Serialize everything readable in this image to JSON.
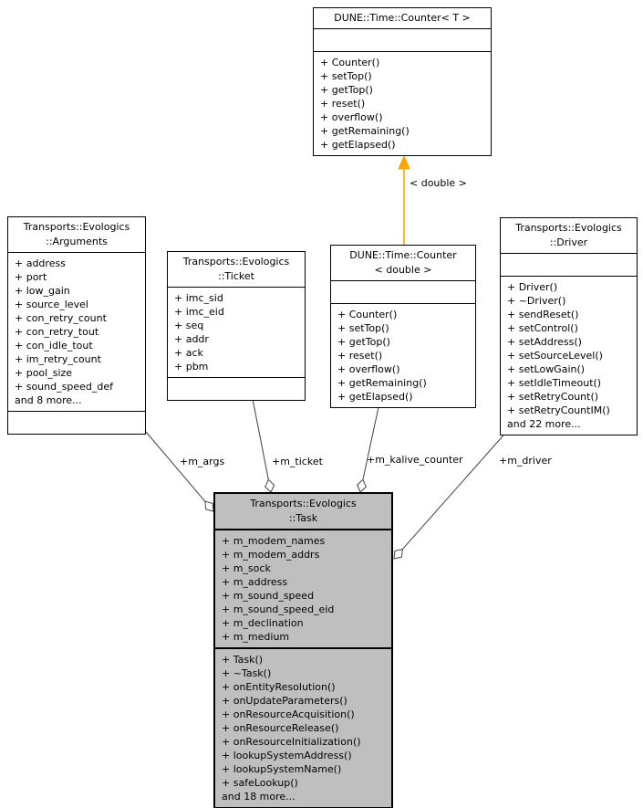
{
  "diagram": {
    "kind": "uml-collaboration-diagram",
    "colors": {
      "background": "#ffffff",
      "node_fill": "#ffffff",
      "node_border": "#000000",
      "highlight_fill": "#bfbfbf",
      "edge": "#404040",
      "diamond_fill": "#ffffff",
      "template_edge": "#ffa500",
      "text": "#000000"
    },
    "classes": [
      {
        "id": "counter_t",
        "title": [
          "DUNE::Time::Counter< T >"
        ],
        "attributes": [],
        "methods": [
          "+ Counter()",
          "+ setTop()",
          "+ getTop()",
          "+ reset()",
          "+ overflow()",
          "+ getRemaining()",
          "+ getElapsed()"
        ],
        "highlighted": false
      },
      {
        "id": "arguments",
        "title": [
          "Transports::Evologics",
          "::Arguments"
        ],
        "attributes": [
          "+ address",
          "+ port",
          "+ low_gain",
          "+ source_level",
          "+ con_retry_count",
          "+ con_retry_tout",
          "+ con_idle_tout",
          "+ im_retry_count",
          "+ pool_size",
          "+ sound_speed_def",
          "and 8 more..."
        ],
        "methods": [],
        "highlighted": false
      },
      {
        "id": "ticket",
        "title": [
          "Transports::Evologics",
          "::Ticket"
        ],
        "attributes": [
          "+ imc_sid",
          "+ imc_eid",
          "+ seq",
          "+ addr",
          "+ ack",
          "+ pbm"
        ],
        "methods": [],
        "highlighted": false
      },
      {
        "id": "counter_double",
        "title": [
          "DUNE::Time::Counter",
          "< double >"
        ],
        "attributes": [],
        "methods": [
          "+ Counter()",
          "+ setTop()",
          "+ getTop()",
          "+ reset()",
          "+ overflow()",
          "+ getRemaining()",
          "+ getElapsed()"
        ],
        "highlighted": false
      },
      {
        "id": "driver",
        "title": [
          "Transports::Evologics",
          "::Driver"
        ],
        "attributes": [],
        "methods": [
          "+ Driver()",
          "+ ~Driver()",
          "+ sendReset()",
          "+ setControl()",
          "+ setAddress()",
          "+ setSourceLevel()",
          "+ setLowGain()",
          "+ setIdleTimeout()",
          "+ setRetryCount()",
          "+ setRetryCountIM()",
          "and 22 more..."
        ],
        "highlighted": false
      },
      {
        "id": "task",
        "title": [
          "Transports::Evologics",
          "::Task"
        ],
        "attributes": [
          "+ m_modem_names",
          "+ m_modem_addrs",
          "+ m_sock",
          "+ m_address",
          "+ m_sound_speed",
          "+ m_sound_speed_eid",
          "+ m_declination",
          "+ m_medium"
        ],
        "methods": [
          "+ Task()",
          "+ ~Task()",
          "+ onEntityResolution()",
          "+ onUpdateParameters()",
          "+ onResourceAcquisition()",
          "+ onResourceRelease()",
          "+ onResourceInitialization()",
          "+ lookupSystemAddress()",
          "+ lookupSystemName()",
          "+ safeLookup()",
          "and 18 more..."
        ],
        "highlighted": true
      }
    ],
    "edges": [
      {
        "id": "m_args",
        "label": "+m_args",
        "type": "aggregation",
        "from": "arguments",
        "to": "task"
      },
      {
        "id": "m_ticket",
        "label": "+m_ticket",
        "type": "aggregation",
        "from": "ticket",
        "to": "task"
      },
      {
        "id": "m_kalive_counter",
        "label": "+m_kalive_counter",
        "type": "aggregation",
        "from": "counter_double",
        "to": "task"
      },
      {
        "id": "m_driver",
        "label": "+m_driver",
        "type": "aggregation",
        "from": "driver",
        "to": "task"
      },
      {
        "id": "template",
        "label": "< double >",
        "type": "template-instantiation",
        "from": "counter_double",
        "to": "counter_t"
      }
    ]
  }
}
